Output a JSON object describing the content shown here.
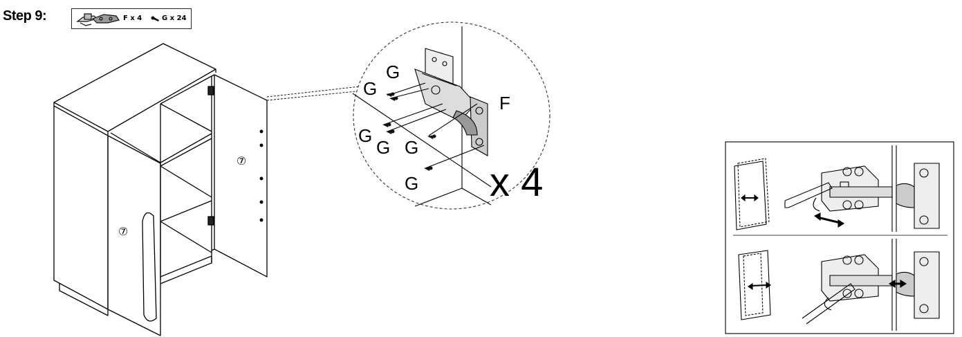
{
  "step": {
    "title": "Step 9:"
  },
  "parts": [
    {
      "icon": "hinge-icon",
      "label": "F x 4"
    },
    {
      "icon": "screw-icon",
      "label": "G x 24"
    }
  ],
  "callout": {
    "hinge_letter": "F",
    "screw_letter": "G",
    "multiplier": "x 4"
  },
  "cabinet": {
    "door_label": "⑦"
  },
  "colors": {
    "line": "#000000",
    "dashed": "#333333"
  }
}
